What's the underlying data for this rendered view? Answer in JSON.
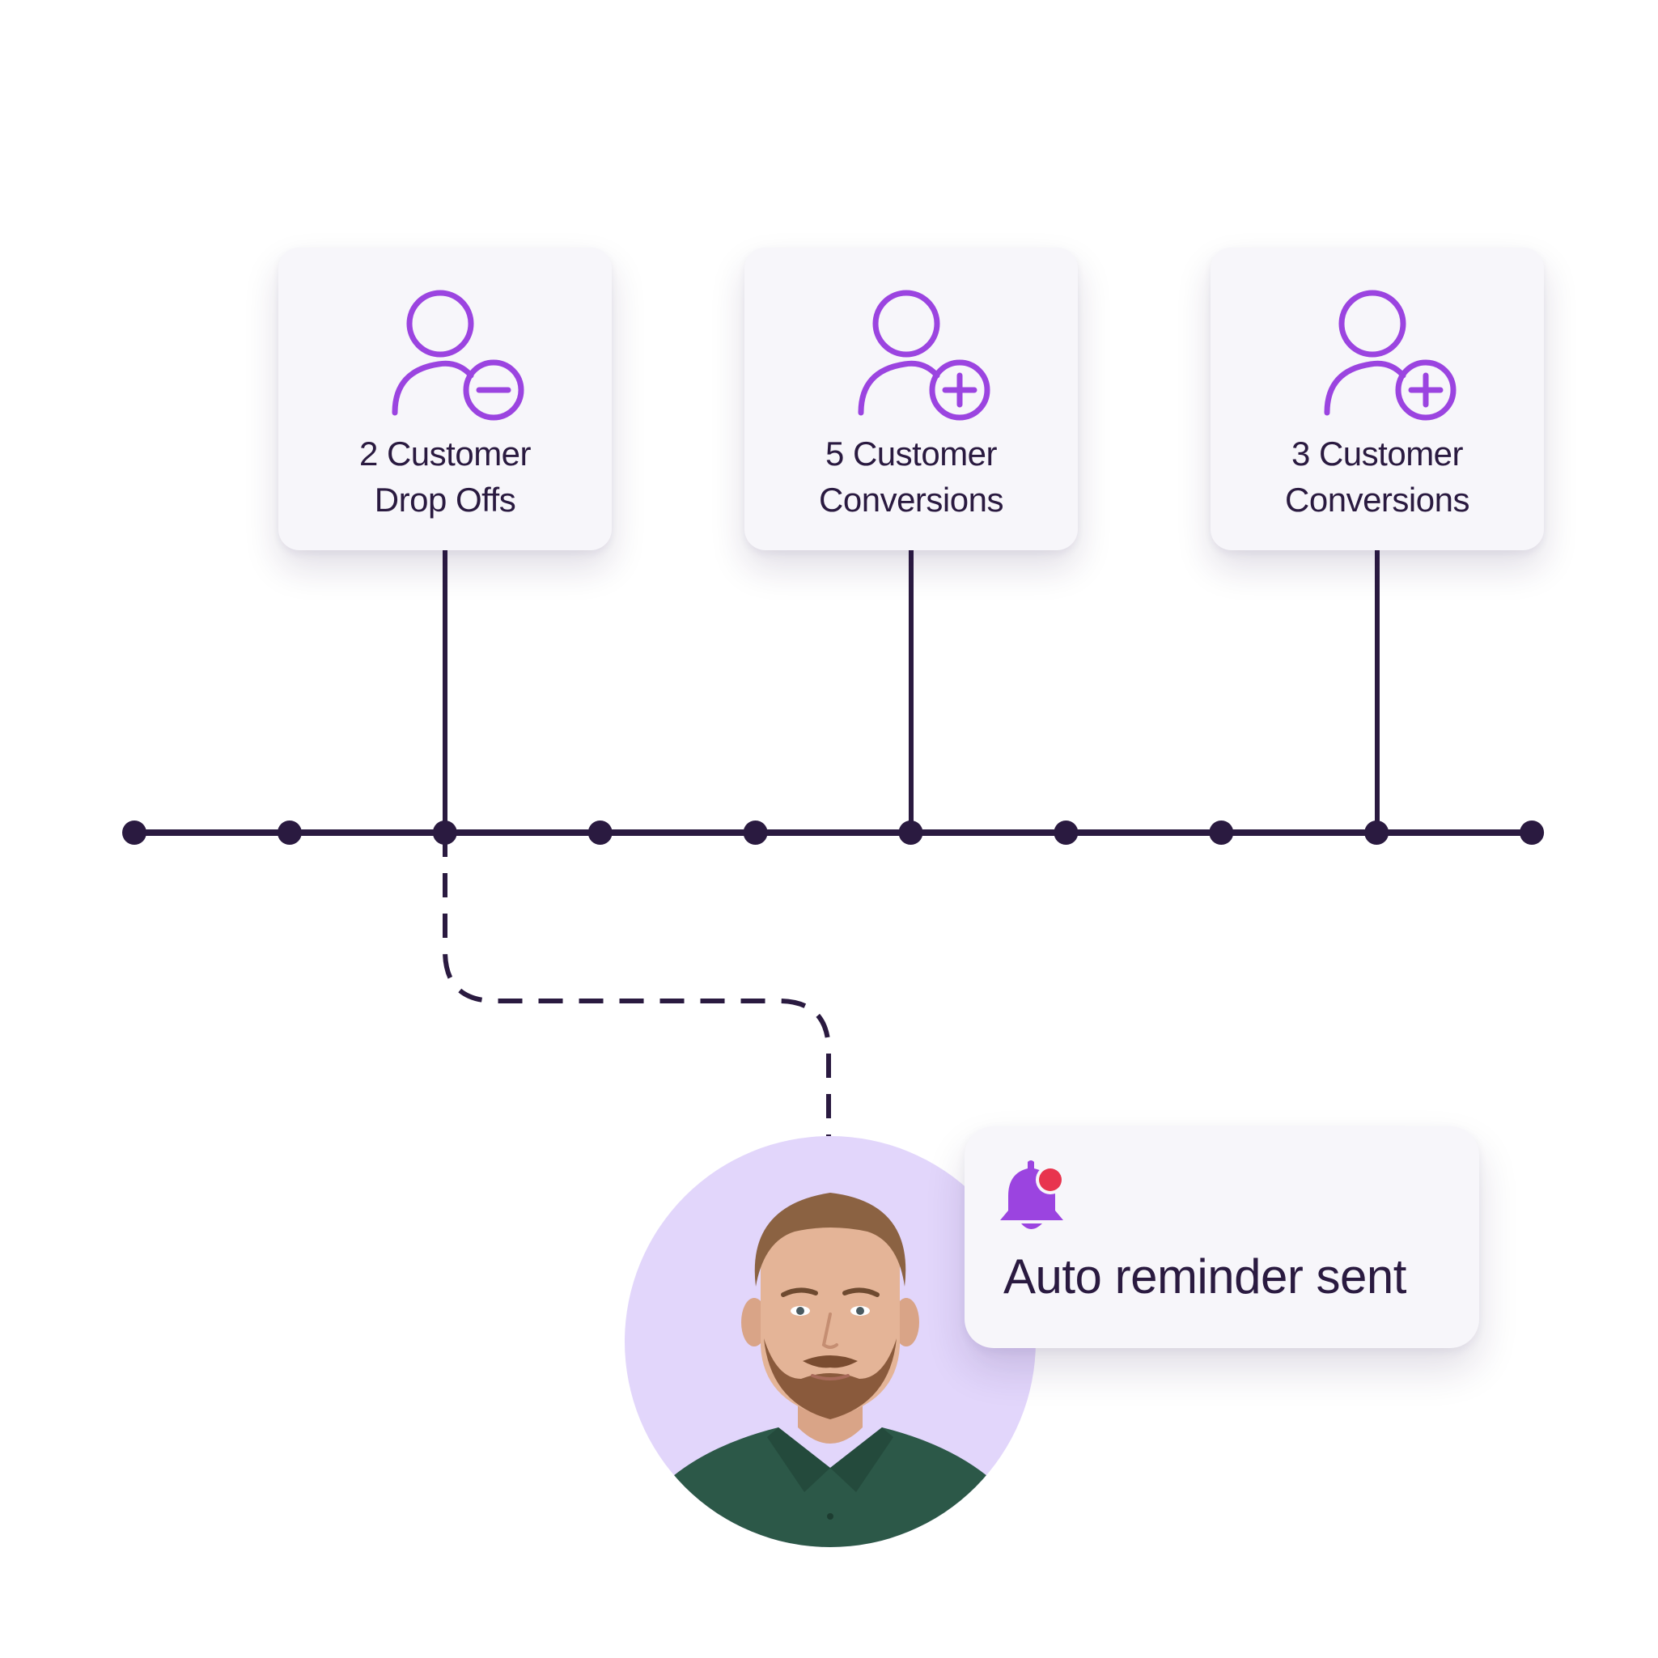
{
  "timeline": {
    "nodes": 10,
    "connected_node_indices": [
      2,
      5,
      8
    ],
    "reminder_from_node_index": 2
  },
  "cards": [
    {
      "number": "2",
      "line1": "2 Customer",
      "line2": "Drop Offs",
      "icon": "user-minus-icon"
    },
    {
      "number": "5",
      "line1": "5 Customer",
      "line2": "Conversions",
      "icon": "user-plus-icon"
    },
    {
      "number": "3",
      "line1": "3 Customer",
      "line2": "Conversions",
      "icon": "user-plus-icon"
    }
  ],
  "notification": {
    "message": "Auto reminder sent",
    "icon": "bell-icon",
    "has_unread_dot": true
  },
  "avatar": {
    "icon": "person-avatar"
  },
  "colors": {
    "line": "#2a1a40",
    "accent_purple": "#9b44e0",
    "card_bg": "#f7f6fa",
    "avatar_bg": "#e2d6fb",
    "alert_dot": "#e8344e",
    "shirt": "#2c5848"
  }
}
